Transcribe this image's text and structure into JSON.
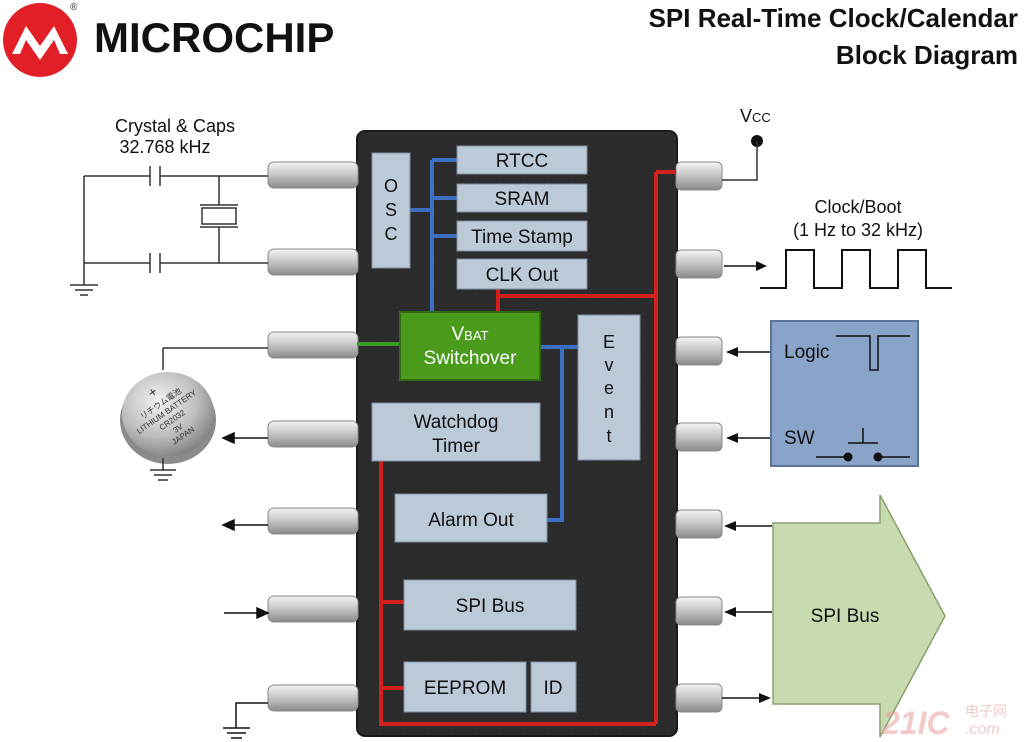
{
  "header": {
    "brand": "MICROCHIP",
    "registered_mark": "®",
    "title_line1": "SPI Real-Time Clock/Calendar",
    "title_line2": "Block Diagram"
  },
  "blocks": {
    "osc": [
      "O",
      "S",
      "C"
    ],
    "rtcc": "RTCC",
    "sram": "SRAM",
    "timestamp": "Time Stamp",
    "clkout": "CLK Out",
    "vbat_main": "V",
    "vbat_sub": "BAT",
    "vbat_line2": "Switchover",
    "event": [
      "E",
      "v",
      "e",
      "n",
      "t"
    ],
    "watchdog_line1": "Watchdog",
    "watchdog_line2": "Timer",
    "alarm": "Alarm Out",
    "spibus": "SPI Bus",
    "eeprom": "EEPROM",
    "id": "ID"
  },
  "external": {
    "crystal_line1": "Crystal & Caps",
    "crystal_line2": "32.768 kHz",
    "vcc_main": "V",
    "vcc_sub": "CC",
    "clock_line1": "Clock/Boot",
    "clock_line2": "(1 Hz to 32 kHz)",
    "logic": "Logic",
    "sw": "SW",
    "spibus_arrow": "SPI Bus",
    "battery_text": [
      "+",
      "リチウム電池",
      "LITHIUM BATTERY",
      "CR2032",
      "3V",
      "JAPAN"
    ]
  },
  "watermark": {
    "main": "21IC",
    "cn": "电子网",
    "dom": ".com"
  },
  "colors": {
    "chip_body": "#2b2b2b",
    "block_fill": "#bccad8",
    "vbat_fill": "#4a9a1c",
    "red_line": "#d41f1f",
    "blue_line": "#3a6fc4",
    "green_line": "#3a9a2a",
    "logic_panel": "#8aa3c8",
    "spi_arrow": "#c8dab0",
    "brand_red": "#e21f26"
  }
}
